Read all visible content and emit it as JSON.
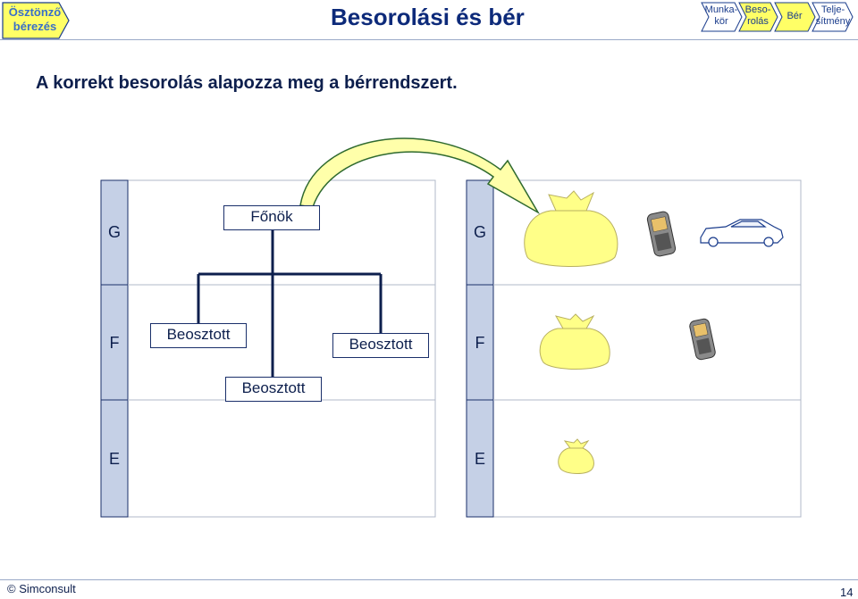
{
  "header": {
    "badge": "Ösztönző bérezés",
    "title": "Besorolási és bér",
    "nav": [
      {
        "label": "Munka-kör",
        "line1": "Munka-",
        "line2": "kör",
        "active": false
      },
      {
        "label": "Besorolás",
        "line1": "Beso-",
        "line2": "rolás",
        "active": true
      },
      {
        "label": "Bér",
        "line1": "Bér",
        "line2": "",
        "active": true
      },
      {
        "label": "Teljesítmény",
        "line1": "Telje-",
        "line2": "sítmény",
        "active": false
      }
    ]
  },
  "subtitle": "A korrekt besorolás alapozza meg a bérrendszert.",
  "grades": [
    "G",
    "F",
    "E"
  ],
  "org": {
    "boss": "Főnök",
    "sub1": "Beosztott",
    "sub2": "Beosztott",
    "sub3": "Beosztott"
  },
  "colors": {
    "title": "#0d2a7a",
    "badge_text": "#3a6fc8",
    "nav_active": "#ffff66",
    "grade_column": "#c5d0e6",
    "money_bag": "#ffff88"
  },
  "icons": [
    "money-bag-icon",
    "phone-icon",
    "car-icon"
  ],
  "footer": {
    "copyright": "© Simconsult",
    "page": "14"
  }
}
